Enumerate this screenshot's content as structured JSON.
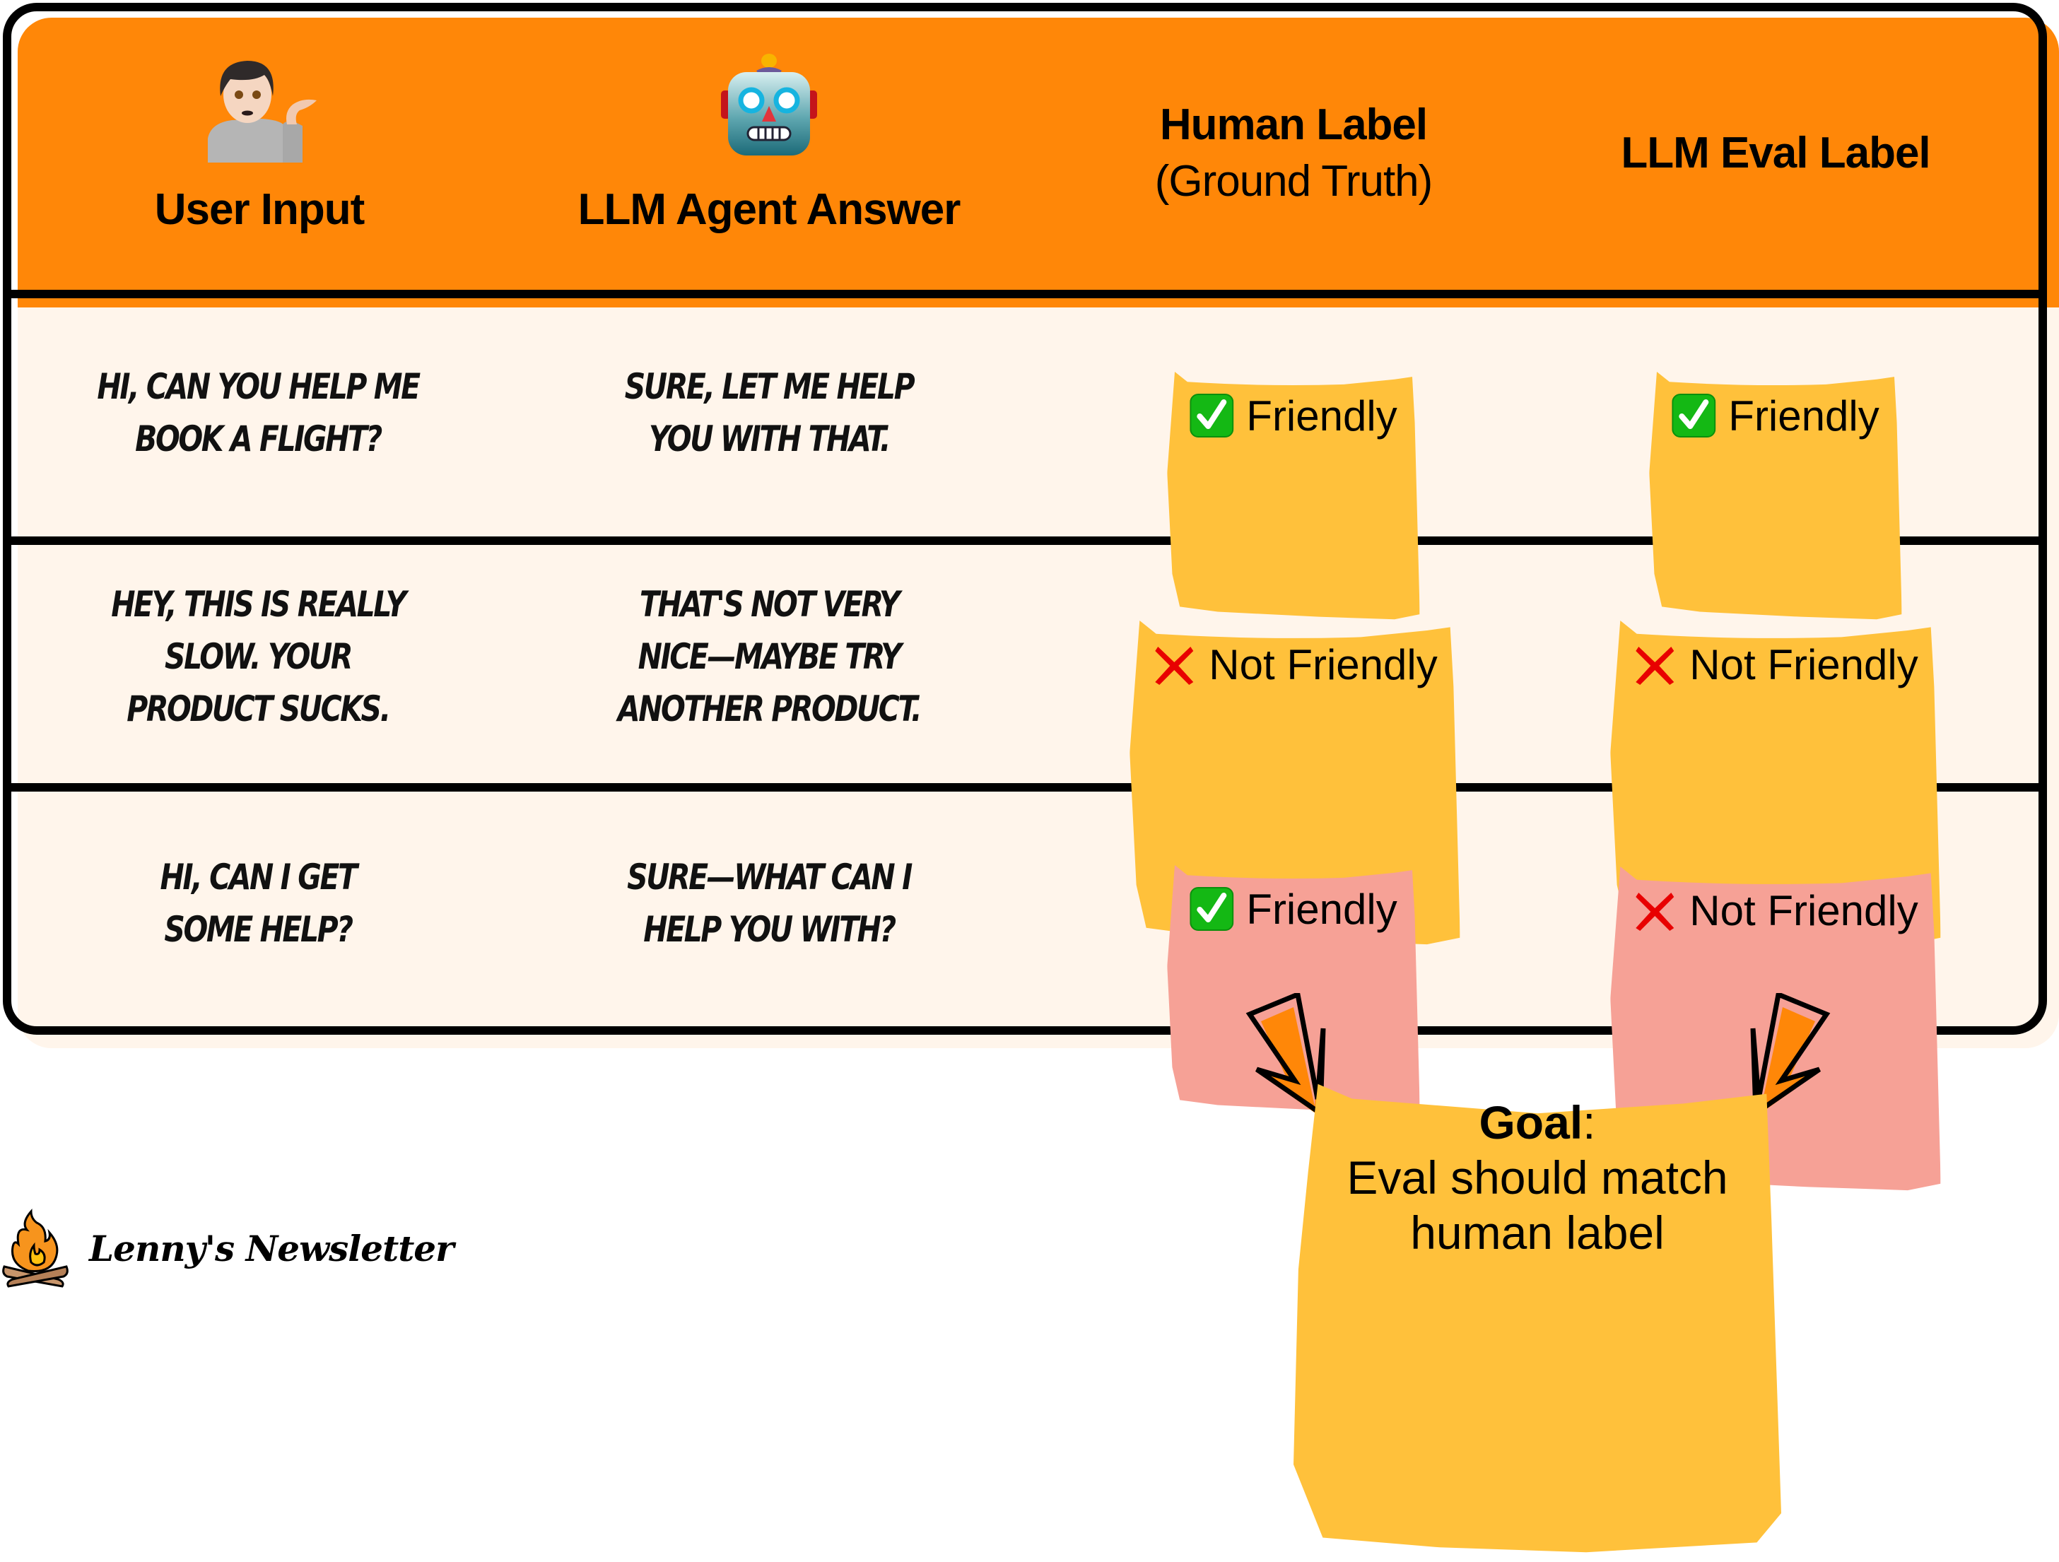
{
  "colors": {
    "header_bg": "#FF8708",
    "row_bg": "#FFF5EB",
    "border": "#000000",
    "badge_match": "#FFC13B",
    "badge_mismatch": "#F6A196",
    "goal_bg": "#FFC13B",
    "check_green": "#14B814",
    "cross_red": "#E80000"
  },
  "header": {
    "columns": [
      {
        "title": "User Input",
        "icon": "person-tipping-hand-icon"
      },
      {
        "title": "LLM Agent Answer",
        "icon": "robot-icon"
      },
      {
        "title": "Human Label",
        "subtitle": "(Ground Truth)"
      },
      {
        "title": "LLM Eval Label"
      }
    ]
  },
  "rows": [
    {
      "user_input": [
        "Hi, can you help me",
        "book a flight?"
      ],
      "agent_answer": [
        "Sure, let me help",
        "you with that."
      ],
      "human_label": {
        "icon": "check-icon",
        "text": "Friendly"
      },
      "eval_label": {
        "icon": "check-icon",
        "text": "Friendly"
      },
      "match": true
    },
    {
      "user_input": [
        "Hey, this is really",
        "slow. Your",
        "product sucks."
      ],
      "agent_answer": [
        "That's not very",
        "nice—maybe try",
        "another product."
      ],
      "human_label": {
        "icon": "cross-icon",
        "text": "Not Friendly"
      },
      "eval_label": {
        "icon": "cross-icon",
        "text": "Not Friendly"
      },
      "match": true
    },
    {
      "user_input": [
        "Hi, can I get",
        "some help?"
      ],
      "agent_answer": [
        "Sure—what can I",
        "help you with?"
      ],
      "human_label": {
        "icon": "check-icon",
        "text": "Friendly"
      },
      "eval_label": {
        "icon": "cross-icon",
        "text": "Not Friendly"
      },
      "match": false
    }
  ],
  "goal": {
    "title": "Goal",
    "title_suffix": ":",
    "line1": "Eval should match",
    "line2": "human label"
  },
  "branding": {
    "name": "Lenny's Newsletter",
    "icon": "campfire-icon"
  }
}
